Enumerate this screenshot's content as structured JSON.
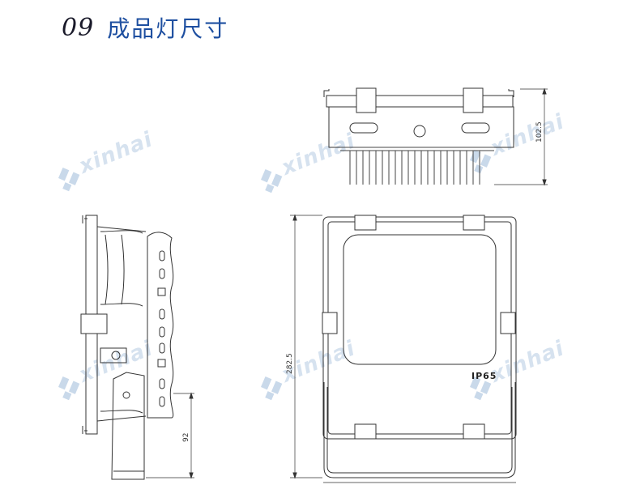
{
  "header": {
    "section_number": "09",
    "title": "成品灯尺寸"
  },
  "watermark": {
    "brand": "xinhai",
    "color": "#c9d9ea"
  },
  "dimensions": {
    "top_view_height": "102.5",
    "front_view_height": "282.5",
    "side_bracket_height": "92"
  },
  "rating_label": "IP65",
  "colors": {
    "title_blue": "#1e4fa0",
    "line": "#333333"
  }
}
